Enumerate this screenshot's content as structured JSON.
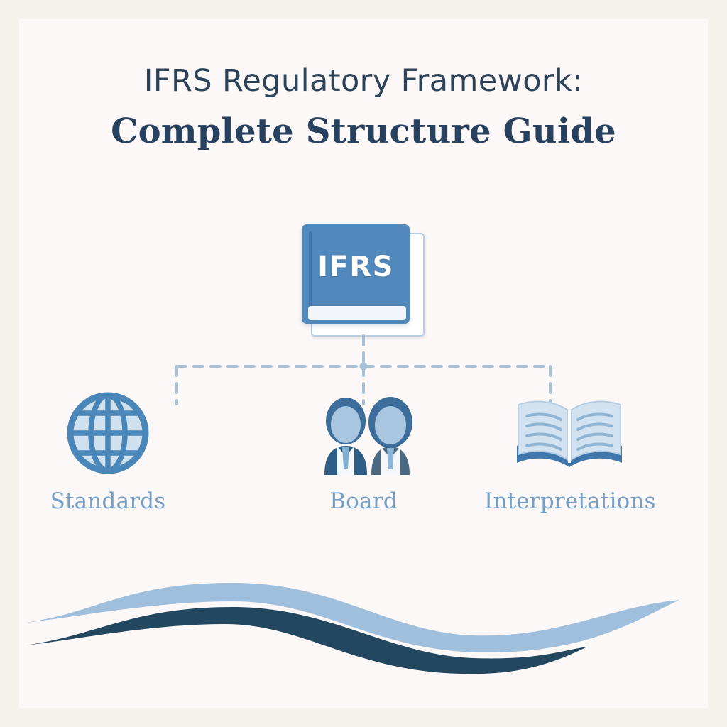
{
  "title": {
    "line1": "IFRS Regulatory Framework:",
    "line2": "Complete Structure Guide"
  },
  "central_node": {
    "label": "IFRS",
    "icon": "book-closed-icon"
  },
  "branches": [
    {
      "label": "Standards",
      "icon": "globe-icon"
    },
    {
      "label": "Board",
      "icon": "people-icon"
    },
    {
      "label": "Interpretations",
      "icon": "open-book-icon"
    }
  ],
  "decoration": {
    "wave_light": "wave-light-shape",
    "wave_dark": "wave-dark-shape"
  },
  "colors": {
    "frame": "#f5f2ec",
    "panel": "#fdf8f8",
    "title_primary": "#2d4458",
    "title_secondary": "#27415f",
    "book_cover": "#5189bd",
    "label_blue": "#72a0c9",
    "connector": "#a9c1d6",
    "wave_light": "#9fbfdc",
    "wave_dark": "#22475f",
    "icon_line": "#4a86b8",
    "icon_fill": "#cfe0ef"
  }
}
